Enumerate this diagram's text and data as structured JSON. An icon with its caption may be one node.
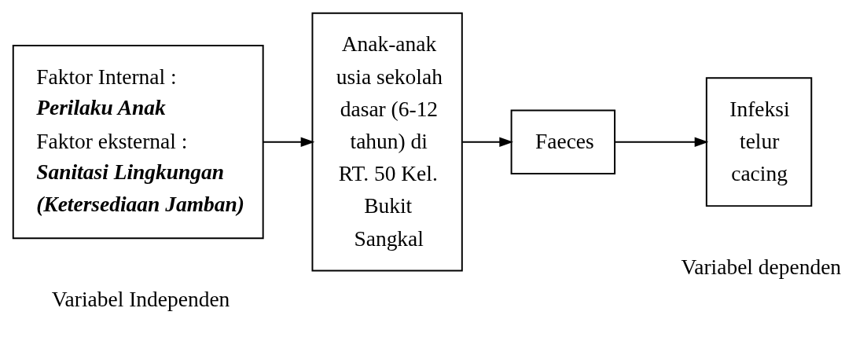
{
  "diagram": {
    "nodes": [
      {
        "text": [
          "Faktor Internal :",
          "Perilaku Anak",
          "Faktor eksternal :",
          "Sanitasi Lingkungan (Ketersediaan Jamban)"
        ]
      },
      {
        "text": [
          "Anak-anak usia sekolah dasar (6-12 tahun) di RT. 50 Kel. Bukit Sangkal"
        ]
      },
      {
        "text": [
          "Faeces"
        ]
      },
      {
        "text": [
          "Infeksi telur cacing"
        ]
      }
    ],
    "edges": [
      {
        "from": 0,
        "to": 1,
        "arrow": "to"
      },
      {
        "from": 1,
        "to": 2,
        "arrow": "to"
      },
      {
        "from": 2,
        "to": 3,
        "arrow": "to"
      }
    ],
    "labels": [
      "Variabel Independen",
      "Variabel dependen"
    ]
  }
}
